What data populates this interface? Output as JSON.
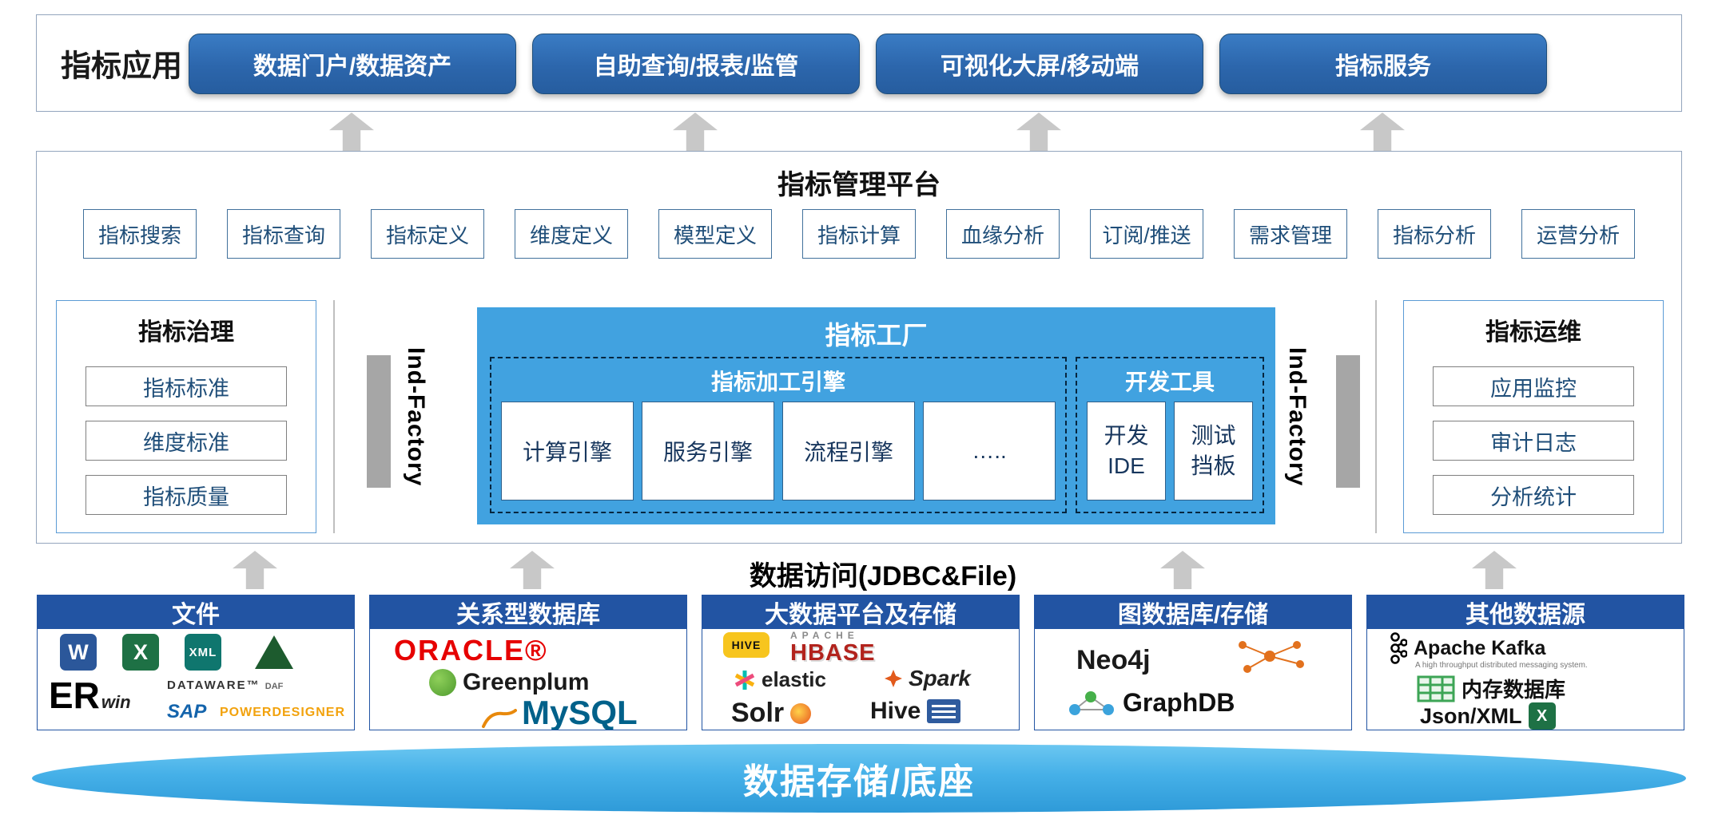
{
  "app_row": {
    "label": "指标应用",
    "buttons": [
      "数据门户/数据资产",
      "自助查询/报表/监管",
      "可视化大屏/移动端",
      "指标服务"
    ]
  },
  "platform": {
    "title": "指标管理平台",
    "features": [
      "指标搜索",
      "指标查询",
      "指标定义",
      "维度定义",
      "模型定义",
      "指标计算",
      "血缘分析",
      "订阅/推送",
      "需求管理",
      "指标分析",
      "运营分析"
    ],
    "side_label": "Ind-Factory",
    "governance": {
      "title": "指标治理",
      "items": [
        "指标标准",
        "维度标准",
        "指标质量"
      ]
    },
    "factory": {
      "title": "指标工厂",
      "engines": {
        "title": "指标加工引擎",
        "items": [
          "计算引擎",
          "服务引擎",
          "流程引擎",
          "….."
        ]
      },
      "devtools": {
        "title": "开发工具",
        "items": [
          {
            "line1": "开发",
            "line2": "IDE"
          },
          {
            "line1": "测试",
            "line2": "挡板"
          }
        ]
      }
    },
    "ops": {
      "title": "指标运维",
      "items": [
        "应用监控",
        "审计日志",
        "分析统计"
      ]
    }
  },
  "data_access": {
    "label": "数据访问(JDBC&File)"
  },
  "sources": {
    "files": {
      "title": "文件",
      "word": "W",
      "excel": "X",
      "xml": "XML",
      "erwin_er": "ER",
      "erwin_win": "win",
      "dataware": "DATAWARE™",
      "dataware_suffix": "DAF",
      "sap": "SAP",
      "powerdesigner": "POWERDESIGNER"
    },
    "relational": {
      "title": "关系型数据库",
      "oracle": "ORACLE®",
      "greenplum": "Greenplum",
      "mysql": "MySQL"
    },
    "bigdata": {
      "title": "大数据平台及存储",
      "hive_badge": "HIVE",
      "apache": "APACHE",
      "hbase": "HBASE",
      "elastic": "elastic",
      "spark": "Spark",
      "solr": "Solr",
      "hive": "Hive"
    },
    "graph": {
      "title": "图数据库/存储",
      "neo4j": "Neo4j",
      "graphdb": "GraphDB"
    },
    "other": {
      "title": "其他数据源",
      "kafka": "Apache Kafka",
      "kafka_sub": "A high throughput distributed messaging system.",
      "memdb": "内存数据库",
      "jsonxml": "Json/XML"
    }
  },
  "storage": {
    "label": "数据存储/底座"
  },
  "colors": {
    "primary_blue": "#2c66ac",
    "factory_blue": "#41a2e0",
    "source_header_blue": "#2254a3",
    "arrow_gray": "#c8c8c8",
    "storage_blue": "#45b0e8",
    "box_text_blue": "#1f4e79",
    "box_border_blue": "#41719c"
  }
}
